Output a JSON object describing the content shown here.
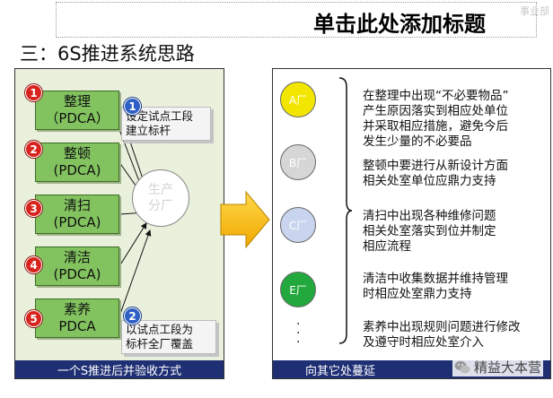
{
  "header": {
    "title": "单击此处添加标题",
    "watermark": "事业部"
  },
  "section_heading": "三：6S推进系统思路",
  "left_panel": {
    "items": [
      {
        "num": "1",
        "line1": "整理",
        "line2": "（PDCA）"
      },
      {
        "num": "2",
        "line1": "整顿",
        "line2": "(PDCA)"
      },
      {
        "num": "3",
        "line1": "清扫",
        "line2": "(PDCA)"
      },
      {
        "num": "4",
        "line1": "清洁",
        "line2": "(PDCA)"
      },
      {
        "num": "5",
        "line1": "素养",
        "line2": "PDCA"
      }
    ],
    "note1": {
      "num": "1",
      "line1": "设定试点工段",
      "line2": "建立标杆"
    },
    "note2": {
      "num": "2",
      "line1": "以试点工段为",
      "line2": "标杆全厂覆盖"
    },
    "center": {
      "line1": "生产",
      "line2": "分厂"
    },
    "footer": "一个S推进后并验收方式"
  },
  "right_panel": {
    "factories": [
      {
        "label": "A厂",
        "color": "#f2e600"
      },
      {
        "label": "B厂",
        "color": "#d6d6d6"
      },
      {
        "label": "C厂",
        "color": "#c9d5ee"
      },
      {
        "label": "E厂",
        "color": "#22a83c"
      }
    ],
    "descriptions": [
      [
        "在整理中出现“不必要物品”",
        "产生原因落实到相应处单位",
        "并采取相应措施，避免今后",
        "发生少量的不必要品"
      ],
      [
        "整顿中要进行从新设计方面",
        "相关处室单位应鼎力支持"
      ],
      [
        "清扫中出现各种维修问题",
        "相关处室落实到位并制定",
        "相应流程"
      ],
      [
        "清洁中收集数据并维持管理",
        "时相应处室鼎力支持"
      ],
      [
        "素养中出现规则问题进行修改",
        "及遵守时相应处室介入"
      ]
    ],
    "footer": "向其它处蔓延",
    "wechat": "精益大本营"
  },
  "colors": {
    "footer_bg": "#1f2f74",
    "green_box": "#82c35f",
    "badge_red": "#d8221c",
    "badge_blue": "#2d5fc4",
    "arrow": "#f5b800"
  }
}
